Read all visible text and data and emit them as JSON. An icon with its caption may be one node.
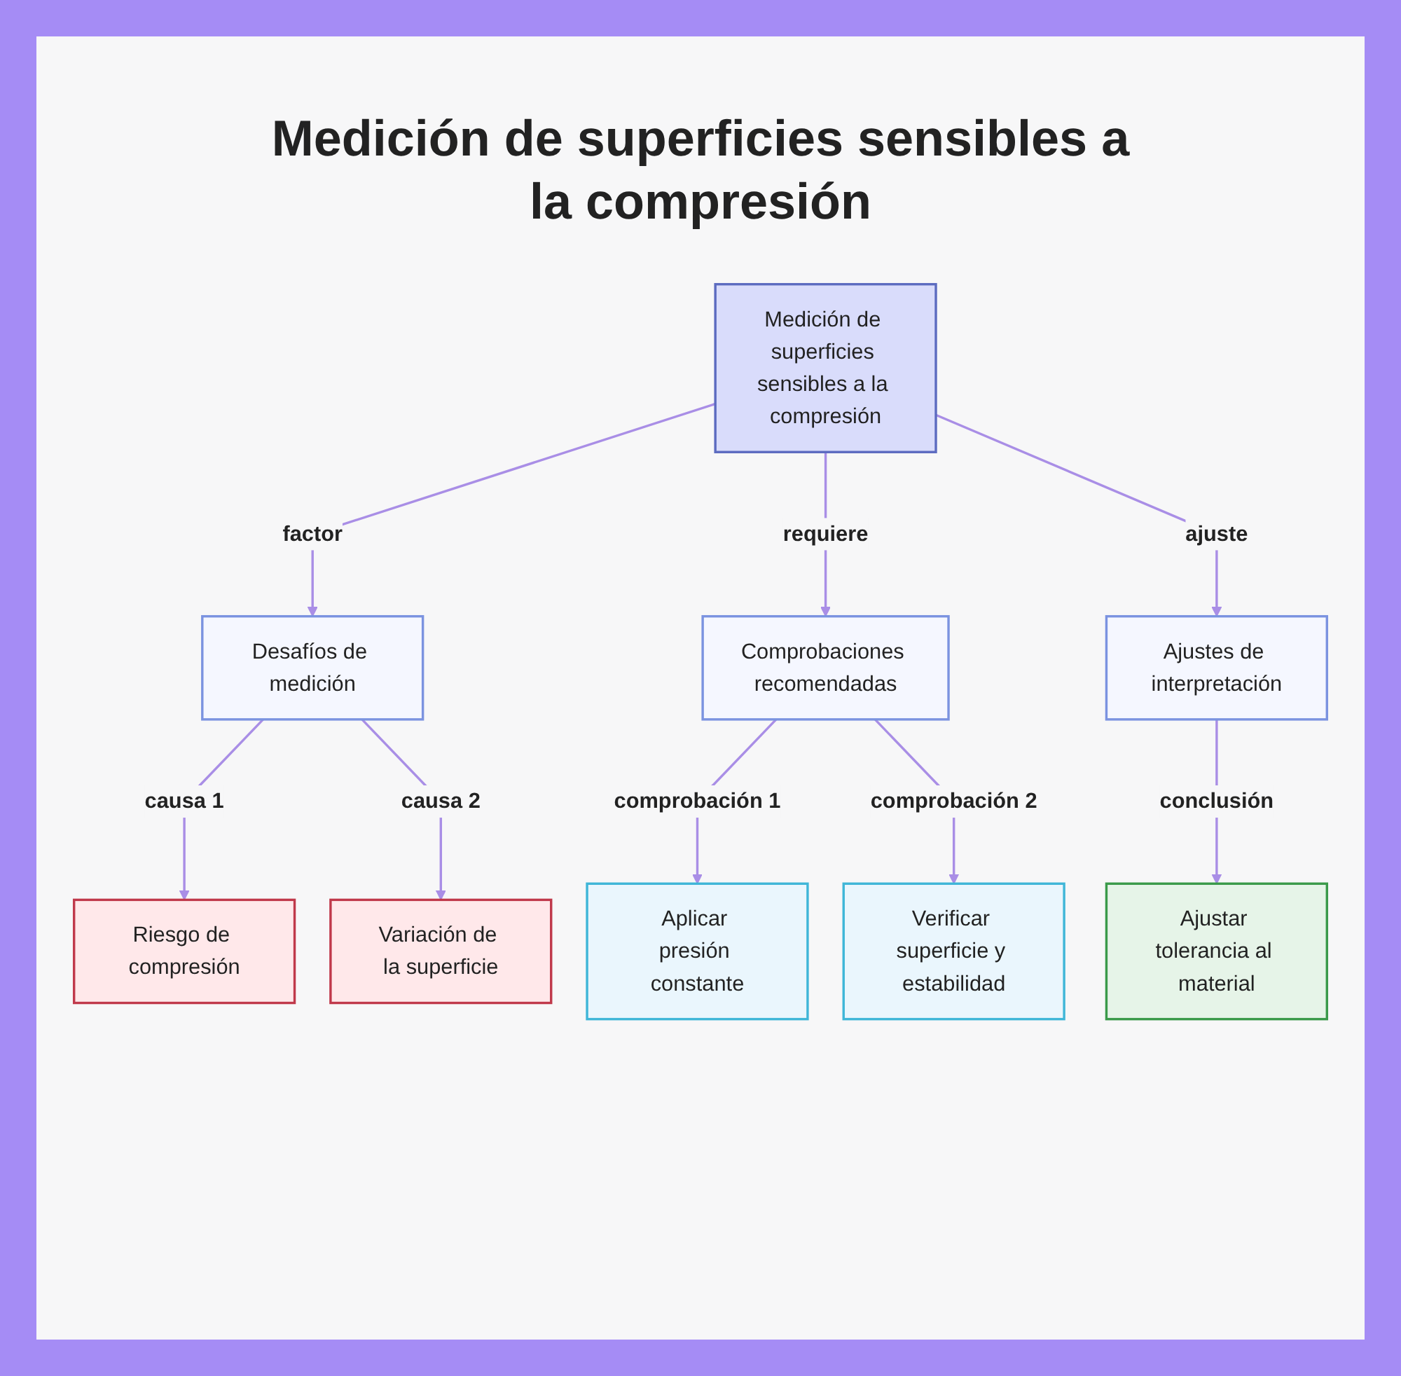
{
  "diagram": {
    "title": "Medición de superficies sensibles a la compresión",
    "nodes": [
      {
        "text": [
          "Medición de superficies sensibles a la compresión"
        ]
      },
      {
        "text": [
          "Desafíos de medición"
        ]
      },
      {
        "text": [
          "Comprobaciones recomendadas"
        ]
      },
      {
        "text": [
          "Ajustes de interpretación"
        ]
      },
      {
        "text": [
          "Riesgo de compresión"
        ]
      },
      {
        "text": [
          "Variación de la superficie"
        ]
      },
      {
        "text": [
          "Aplicar presión constante"
        ]
      },
      {
        "text": [
          "Verificar superficie y estabilidad"
        ]
      },
      {
        "text": [
          "Ajustar tolerancia al material"
        ]
      }
    ],
    "edges": [
      {
        "from": 0,
        "to": 1,
        "arrow": "to",
        "label": "factor"
      },
      {
        "from": 0,
        "to": 2,
        "arrow": "to",
        "label": "requiere"
      },
      {
        "from": 0,
        "to": 3,
        "arrow": "to",
        "label": "ajuste"
      },
      {
        "from": 1,
        "to": 4,
        "arrow": "to",
        "label": "causa 1"
      },
      {
        "from": 1,
        "to": 5,
        "arrow": "to",
        "label": "causa 2"
      },
      {
        "from": 2,
        "to": 6,
        "arrow": "to",
        "label": "comprobación 1"
      },
      {
        "from": 2,
        "to": 7,
        "arrow": "to",
        "label": "comprobación 2"
      },
      {
        "from": 3,
        "to": 8,
        "arrow": "to",
        "label": "conclusión"
      }
    ]
  }
}
